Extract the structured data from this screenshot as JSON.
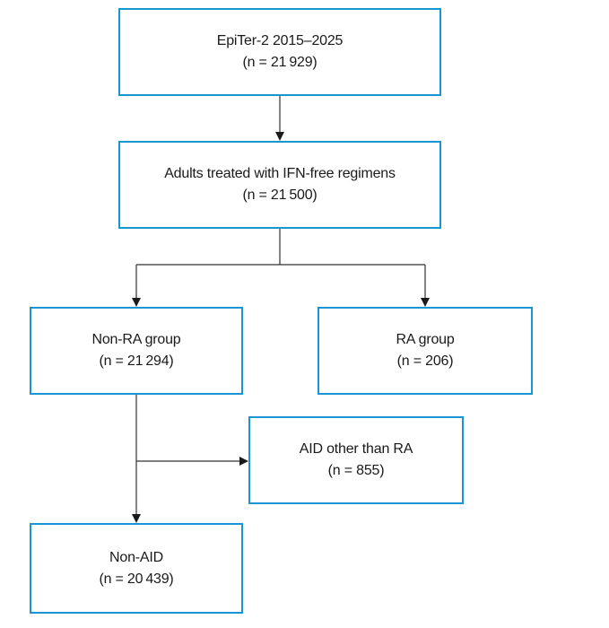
{
  "colors": {
    "box_border": "#1a95d3",
    "connector": "#333333",
    "text": "#1a1a1a"
  },
  "nodes": {
    "epiter": {
      "title": "EpiTer-2 2015–2025",
      "count": "(n = 21 929)"
    },
    "adults": {
      "title": "Adults treated with IFN-free regimens",
      "count": "(n = 21 500)"
    },
    "non_ra": {
      "title": "Non-RA group",
      "count": "(n = 21 294)"
    },
    "ra": {
      "title": "RA group",
      "count": "(n = 206)"
    },
    "aid_other": {
      "title": "AID other than RA",
      "count": "(n = 855)"
    },
    "non_aid": {
      "title": "Non-AID",
      "count": "(n = 20 439)"
    }
  }
}
